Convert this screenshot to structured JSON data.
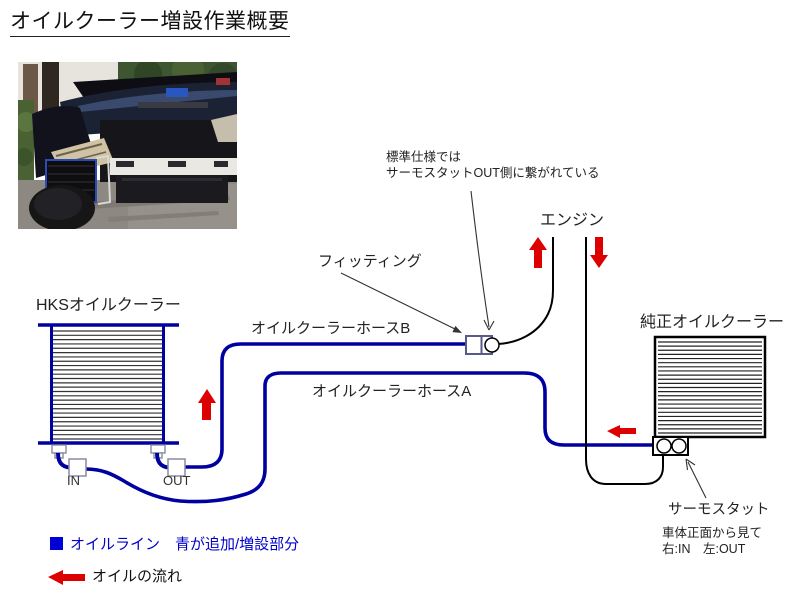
{
  "title": "オイルクーラー増設作業概要",
  "diagram": {
    "hks_cooler_label": "HKSオイルクーラー",
    "stock_cooler_label": "純正オイルクーラー",
    "engine_label": "エンジン",
    "fitting_label": "フィッティング",
    "hose_b_label": "オイルクーラーホースB",
    "hose_a_label": "オイルクーラーホースA",
    "in_label": "IN",
    "out_label": "OUT",
    "thermostat_label": "サーモスタット",
    "note_standard_line1": "標準仕様では",
    "note_standard_line2": "サーモスタットOUT側に繋がれている",
    "thermostat_note_line1": "車体正面から見て",
    "thermostat_note_line2": "右:IN　左:OUT"
  },
  "legend": {
    "oil_line": "オイルライン　青が追加/増設部分",
    "oil_flow": "オイルの流れ"
  },
  "colors": {
    "oil_line_blue": "#0000a0",
    "flow_arrow_red": "#dd0000",
    "legend_text_blue": "#0000cc",
    "stock_line_black": "#000000"
  }
}
